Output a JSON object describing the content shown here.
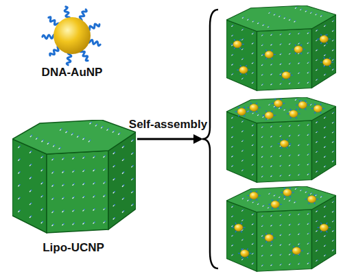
{
  "diagram": {
    "labels": [
      "DNA-AuNP",
      "Lipo-UCNP",
      "Self-assembly"
    ]
  }
}
